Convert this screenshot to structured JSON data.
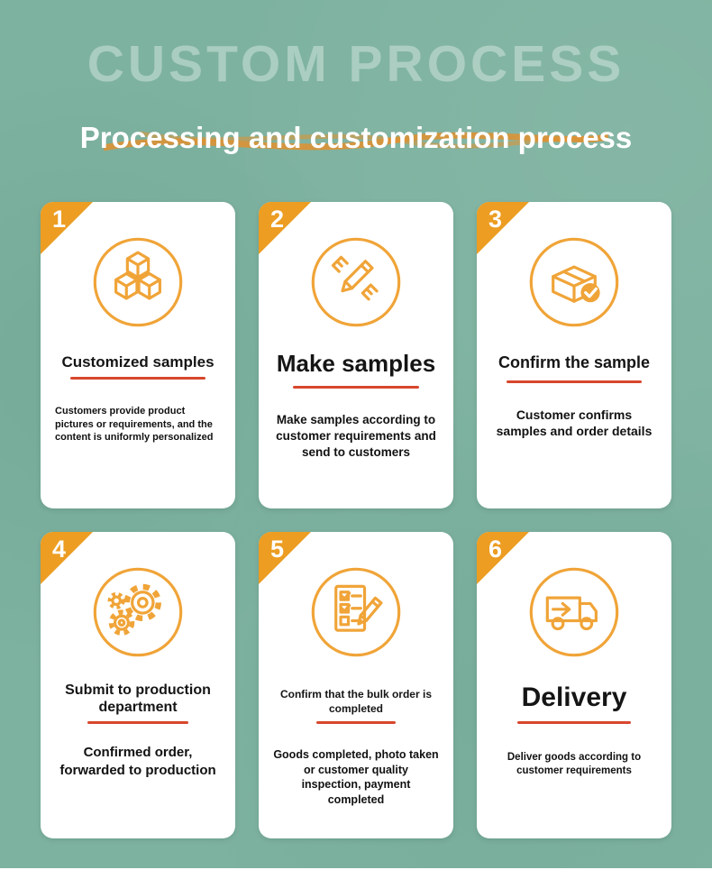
{
  "page": {
    "watermark": "CUSTOM PROCESS",
    "heading": "Processing and customization process"
  },
  "colors": {
    "background": "#7EB2A0",
    "card_background": "#FFFFFF",
    "accent_orange": "#F0A438",
    "corner_orange": "#EC9D22",
    "underline_red": "#D7472D",
    "heading_text": "#FFFFFF",
    "body_text": "#111111"
  },
  "steps": [
    {
      "number": "1",
      "icon": "cubes-icon",
      "title": "Customized samples",
      "description": "Customers provide product pictures or requirements, and the content is uniformly personalized"
    },
    {
      "number": "2",
      "icon": "pencil-ruler-icon",
      "title": "Make samples",
      "description": "Make samples according to customer requirements and send to customers"
    },
    {
      "number": "3",
      "icon": "package-check-icon",
      "title": "Confirm the sample",
      "description": "Customer confirms samples and order details"
    },
    {
      "number": "4",
      "icon": "gears-icon",
      "title": "Submit to production department",
      "description": "Confirmed order, forwarded to production"
    },
    {
      "number": "5",
      "icon": "checklist-pencil-icon",
      "title": "Confirm that the bulk order is completed",
      "description": "Goods completed, photo taken or customer quality inspection, payment completed"
    },
    {
      "number": "6",
      "icon": "truck-icon",
      "title": "Delivery",
      "description": "Deliver goods according to customer requirements"
    }
  ]
}
